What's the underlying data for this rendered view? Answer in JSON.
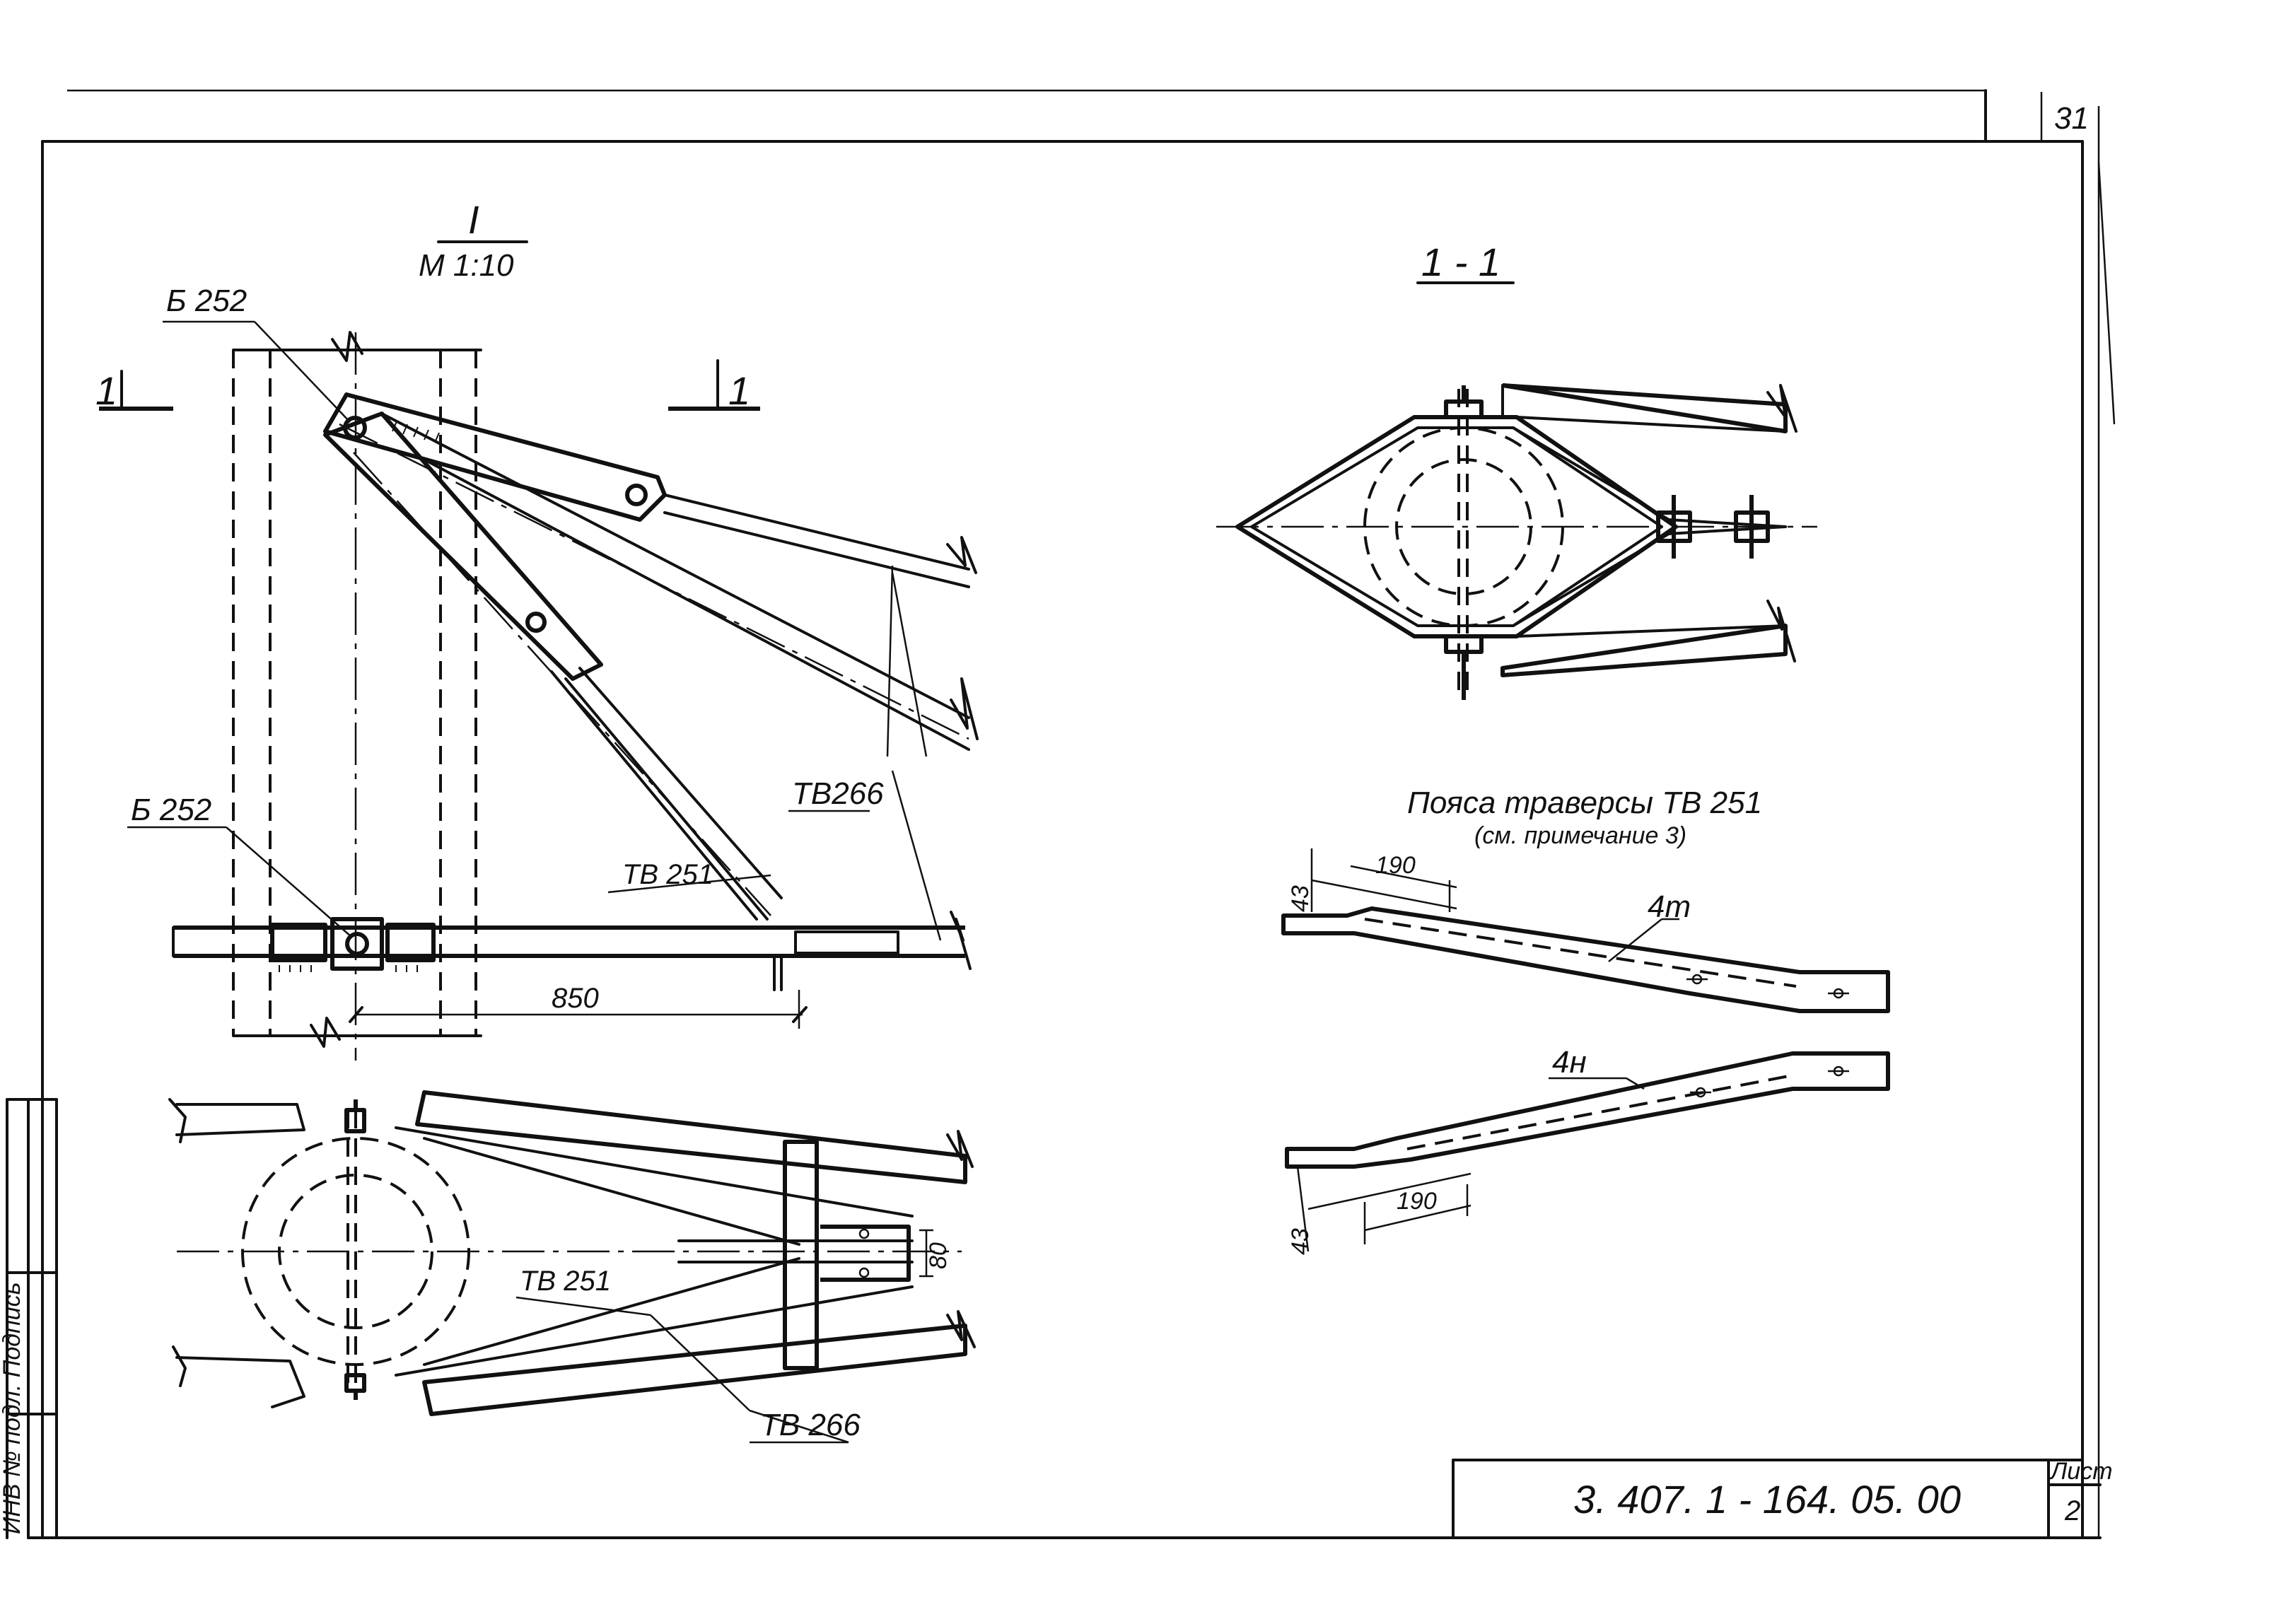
{
  "sheet": {
    "page_number": "31",
    "document_code": "3. 407. 1 - 164. 05. 00",
    "sheet_label": "Лист",
    "sheet_number": "2",
    "side_stamp": "ИНВ № подл.  Подпись"
  },
  "view_I": {
    "title": "I",
    "scale": "М 1:10",
    "cut_mark": "1",
    "part_b252_top": "Б 252",
    "part_b252_bottom": "Б 252",
    "part_tb251": "ТВ 251",
    "part_tb266": "ТВ266",
    "dim_850": "850"
  },
  "plan_view": {
    "part_tb251": "ТВ 251",
    "part_tb266": "ТВ 266",
    "dim_80": "80"
  },
  "section_1_1": {
    "title": "1 - 1"
  },
  "belts": {
    "title": "Пояса   траверсы  ТВ 251",
    "subtitle": "(см.  примечание 3)",
    "upper_mark": "4т",
    "lower_mark": "4н",
    "dim_43": "43",
    "dim_190": "190"
  }
}
